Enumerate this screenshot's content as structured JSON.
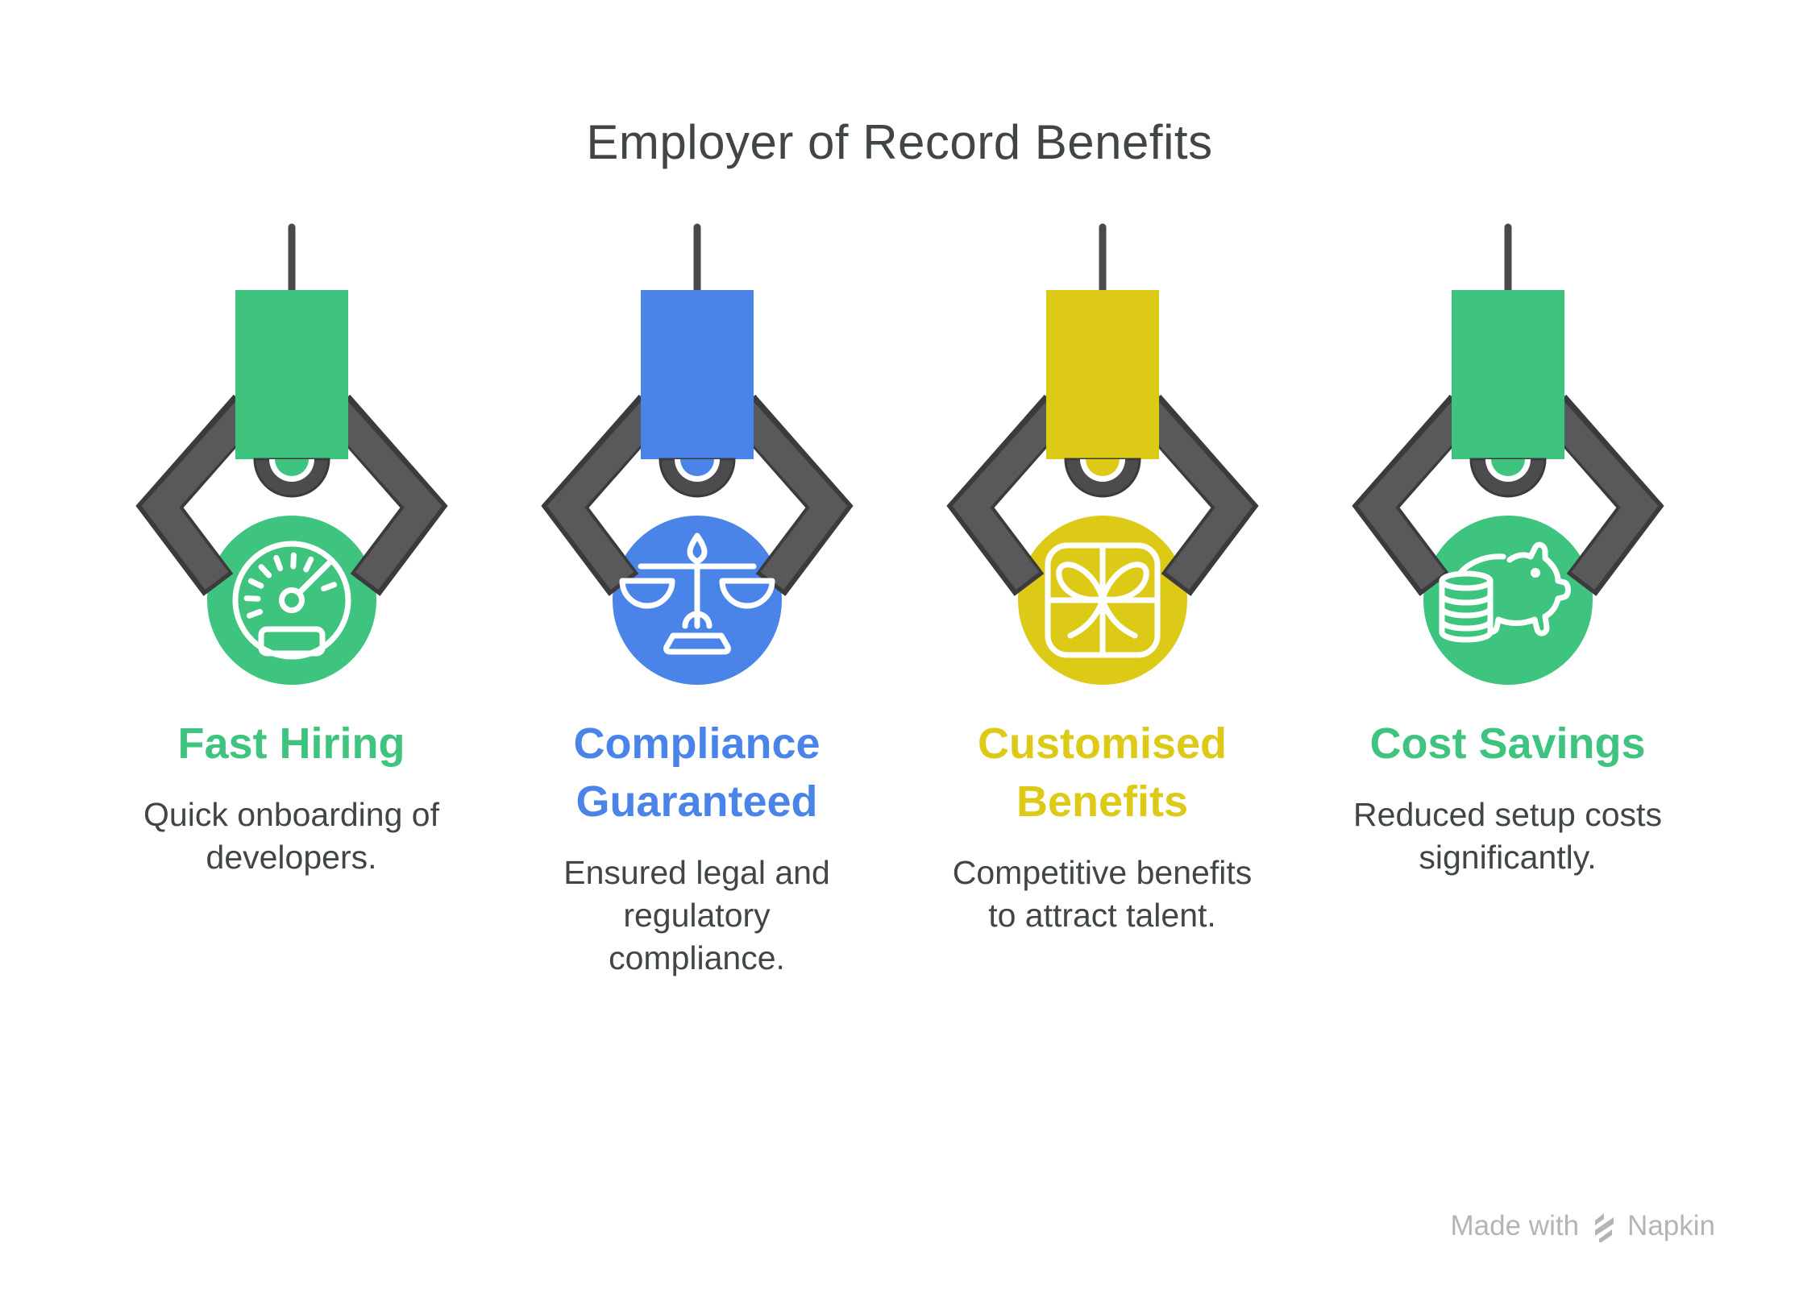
{
  "title": "Employer of Record Benefits",
  "columns": [
    {
      "id": "fast-hiring",
      "icon": "speedometer-icon",
      "color": "#3ec47f",
      "heading_lines": [
        "Fast Hiring"
      ],
      "body_lines": [
        "Quick onboarding of",
        "developers."
      ]
    },
    {
      "id": "compliance-guaranteed",
      "icon": "scales-icon",
      "color": "#4b84e8",
      "heading_lines": [
        "Compliance",
        "Guaranteed"
      ],
      "body_lines": [
        "Ensured legal and",
        "regulatory",
        "compliance."
      ]
    },
    {
      "id": "customised-benefits",
      "icon": "gift-icon",
      "color": "#ddca17",
      "heading_lines": [
        "Customised",
        "Benefits"
      ],
      "body_lines": [
        "Competitive benefits",
        "to attract talent."
      ]
    },
    {
      "id": "cost-savings",
      "icon": "piggy-bank-icon",
      "color": "#3ec47f",
      "heading_lines": [
        "Cost Savings"
      ],
      "body_lines": [
        "Reduced setup costs",
        "significantly."
      ]
    }
  ],
  "watermark": {
    "prefix": "Made with",
    "brand": "Napkin"
  },
  "colors": {
    "bg": "#ffffff",
    "title-text": "#404548",
    "body-text": "#404547",
    "claw-fill": "#59595b",
    "claw-outline": "#3b3b3d",
    "rod": "#4a4a4c",
    "joint": "#4c4c4e",
    "icon": "#ffffff",
    "watermark": "#b4b4b6"
  }
}
